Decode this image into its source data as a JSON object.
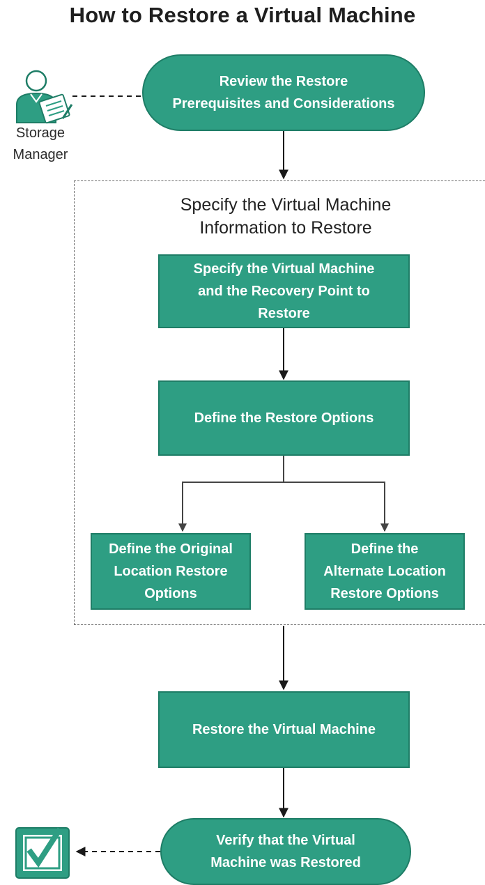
{
  "title": "How to Restore a Virtual Machine",
  "actor": {
    "label": "Storage\nManager",
    "icon": "storage-manager-person-icon"
  },
  "group": {
    "label": "Specify the Virtual Machine\nInformation to Restore"
  },
  "steps": {
    "review": "Review the Restore\nPrerequisites and Considerations",
    "specify_vm": "Specify the Virtual Machine\nand the Recovery Point to\nRestore",
    "define_options": "Define the Restore Options",
    "original_location": "Define the Original\nLocation Restore\nOptions",
    "alternate_location": "Define the\nAlternate Location\nRestore Options",
    "restore_vm": "Restore the Virtual Machine",
    "verify": "Verify that the Virtual\nMachine was Restored"
  },
  "completion_icon": "checkbox-complete-icon",
  "colors": {
    "node_fill": "#2e9e83",
    "node_border": "#1e7d66",
    "node_text": "#ffffff",
    "connector": "#1a1a1a",
    "split_connector": "#444444"
  }
}
